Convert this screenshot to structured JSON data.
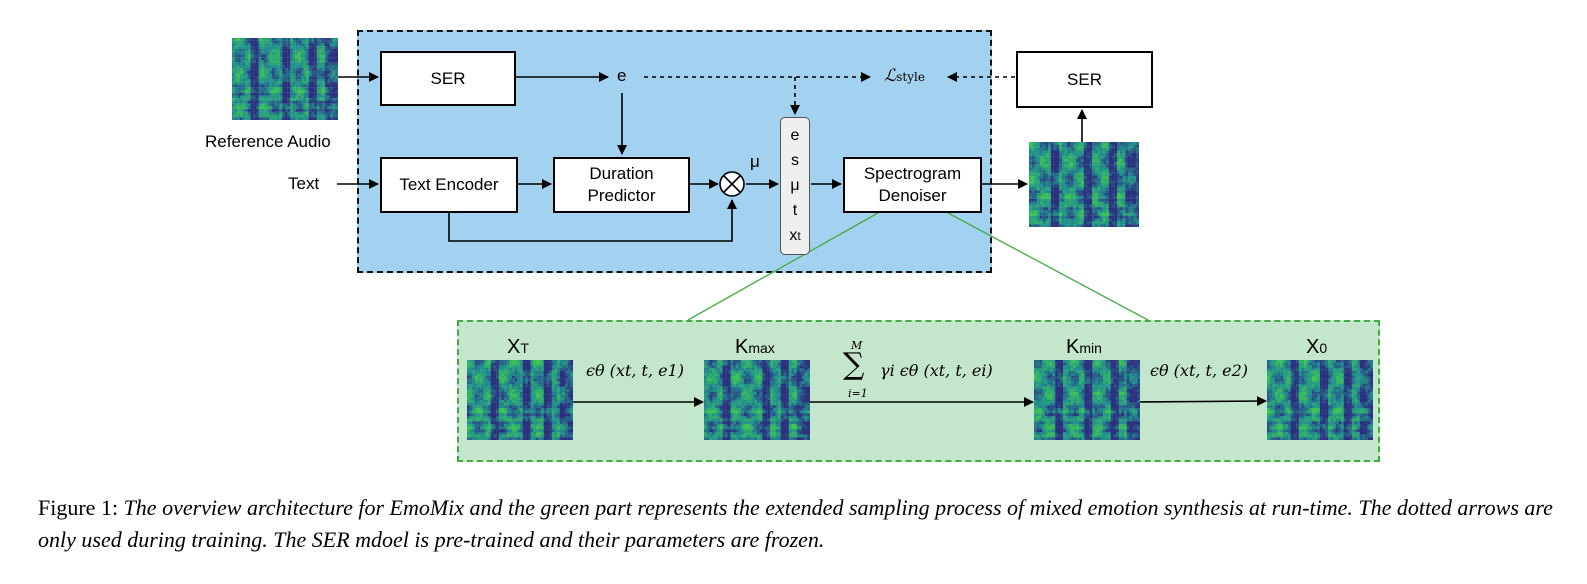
{
  "pipeline": {
    "ser_box": "SER",
    "e_label": "e",
    "loss_label": "ℒ",
    "loss_subscript": "style",
    "ser_box_right": "SER",
    "reference_audio": "Reference Audio",
    "text_input": "Text",
    "text_encoder": "Text Encoder",
    "duration_predictor": [
      "Duration",
      "Predictor"
    ],
    "mu_label": "μ",
    "vector_items": [
      "e",
      "s",
      "μ",
      "t",
      "x"
    ],
    "vector_last_subscript": "t",
    "spectrogram_denoiser": [
      "Spectrogram",
      "Denoiser"
    ]
  },
  "sampling": {
    "xT": {
      "main": "X",
      "sub": "T"
    },
    "kmax": {
      "main": "K",
      "sub": "max"
    },
    "kmin": {
      "main": "K",
      "sub": "min"
    },
    "x0": {
      "main": "X",
      "sub": "0"
    },
    "step1": "ϵθ (xt, t, e1)",
    "step2_sum_top": "M",
    "step2_sum_bottom": "i=1",
    "step2": "γi ϵθ (xt, t, ei)",
    "step3": "ϵθ (xt, t, e2)"
  },
  "caption": {
    "prefix": "Figure 1:",
    "body": "The overview architecture for EmoMix and the green part represents the extended sampling process of mixed emotion synthesis at run-time. The dotted arrows are only used during training. The SER mdoel is pre-trained and their parameters are frozen."
  },
  "colors": {
    "blue_region": "#a3d2f0",
    "green_region": "#c4e6cc",
    "green_border": "#44aa44",
    "spectrogram_dark": "#2b2f7e",
    "spectrogram_mid": "#1f8f8e",
    "spectrogram_bright": "#3ec54f"
  }
}
